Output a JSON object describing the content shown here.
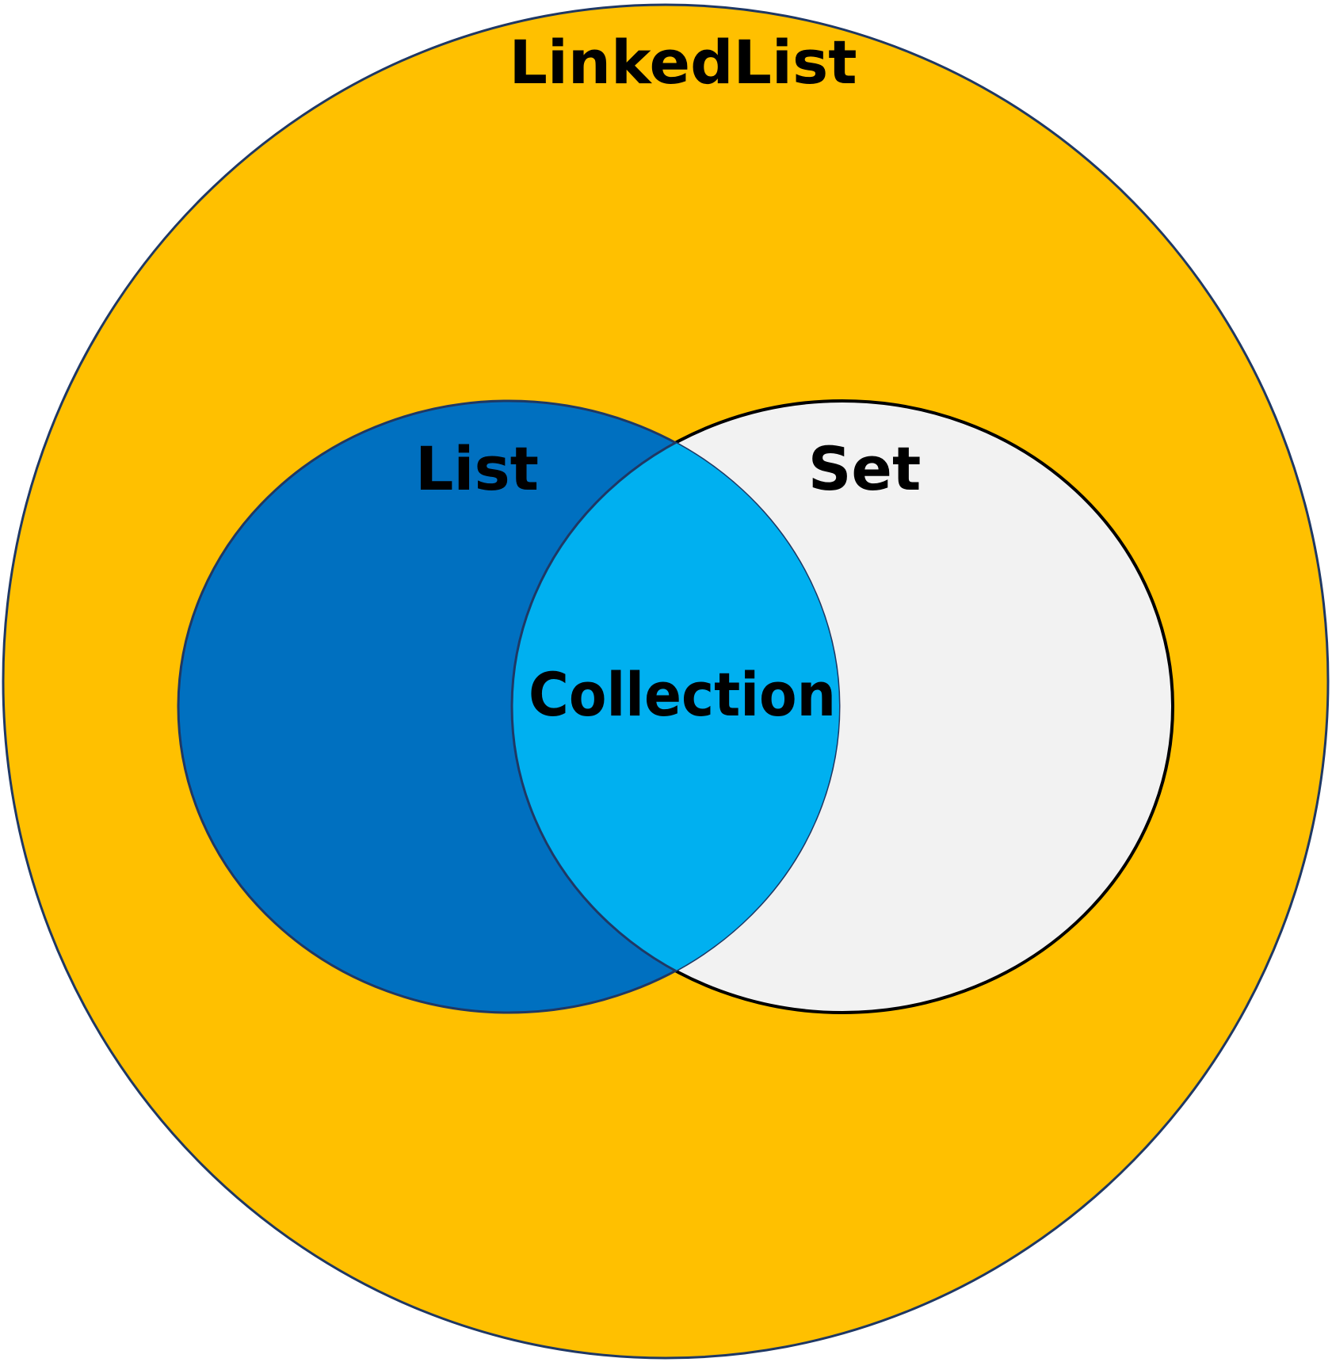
{
  "diagram": {
    "outer": {
      "label": "LinkedList",
      "fill": "#FFC000",
      "stroke": "#1F3864"
    },
    "left": {
      "label": "List",
      "fill": "#0070C0",
      "stroke": "#1F3864"
    },
    "right": {
      "label": "Set",
      "fill": "#F2F2F2",
      "stroke": "#000000"
    },
    "intersection": {
      "label": "Collection",
      "fill": "#00B0F0",
      "stroke": "#1F3864"
    }
  }
}
